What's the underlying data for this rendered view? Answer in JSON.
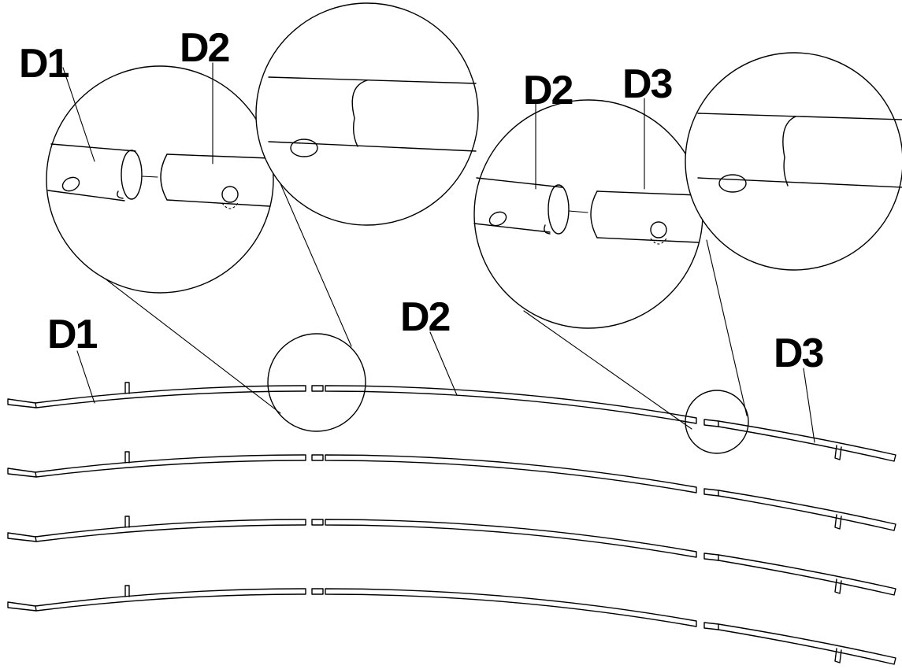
{
  "labels": {
    "d1_detail": "D1",
    "d2_detail_left": "D2",
    "d2_detail_right": "D2",
    "d3_detail": "D3",
    "d1_main": "D1",
    "d2_main": "D2",
    "d3_main": "D3"
  },
  "rails": {
    "count": 4
  },
  "colors": {
    "line": "#000000",
    "background": "#ffffff"
  }
}
